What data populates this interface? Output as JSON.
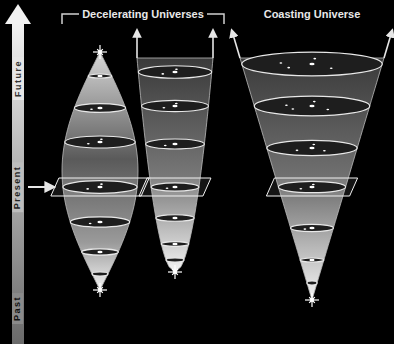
{
  "diagram": {
    "labels": [
      "Decelerating Universes",
      "Coasting Universe",
      "Future",
      "Present",
      "Past"
    ]
  }
}
